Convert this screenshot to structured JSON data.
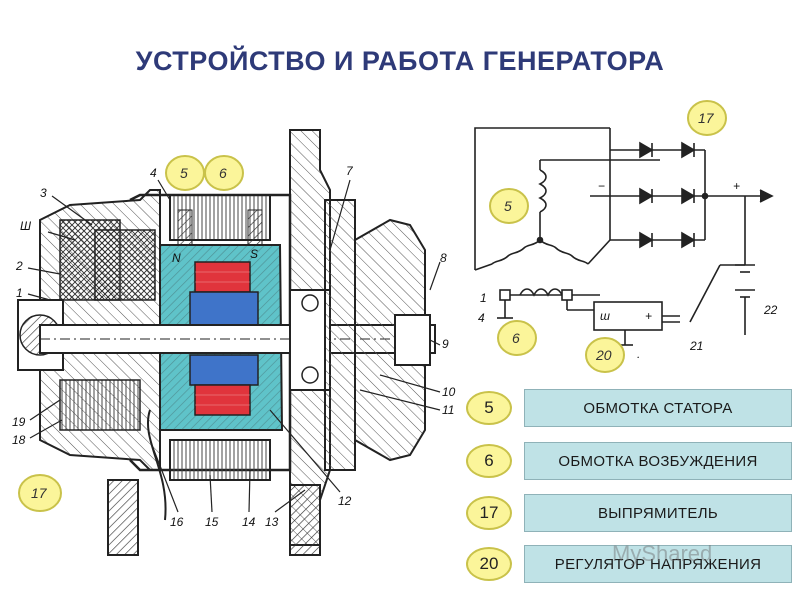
{
  "title": "УСТРОЙСТВО И РАБОТА ГЕНЕРАТОРА",
  "generator_labels": {
    "sh": "Ш",
    "n3": "3",
    "n2": "2",
    "n1": "1",
    "n4": "4",
    "n7": "7",
    "n8": "8",
    "n9": "9",
    "n10": "10",
    "n11": "11",
    "n12": "12",
    "n13": "13",
    "n14": "14",
    "n15": "15",
    "n16": "16",
    "n18": "18",
    "n19": "19",
    "pole_n": "N",
    "pole_s": "S"
  },
  "generator_circles": {
    "c5": "5",
    "c6": "6",
    "c17": "17"
  },
  "circuit_labels": {
    "c17": "17",
    "c5": "5",
    "c6": "6",
    "c20": "20",
    "n1": "1",
    "n4": "4",
    "n21": "21",
    "n22": "22",
    "minus": "−",
    "plus": "+",
    "reg_sh": "ш",
    "reg_plus": "+",
    "dot": "."
  },
  "legend": [
    {
      "num": "5",
      "text": "ОБМОТКА СТАТОРА"
    },
    {
      "num": "6",
      "text": "ОБМОТКА ВОЗБУЖДЕНИЯ"
    },
    {
      "num": "17",
      "text": "ВЫПРЯМИТЕЛЬ"
    },
    {
      "num": "20",
      "text": "РЕГУЛЯТОР НАПРЯЖЕНИЯ"
    }
  ],
  "watermark": "MyShared",
  "colors": {
    "title": "#2e3a78",
    "callout_fill": "#fbf59a",
    "legend_box": "#bfe2e6",
    "rotor_cyan": "#5fc3c9",
    "winding_red": "#e0343c",
    "winding_blue": "#3f74c9"
  }
}
